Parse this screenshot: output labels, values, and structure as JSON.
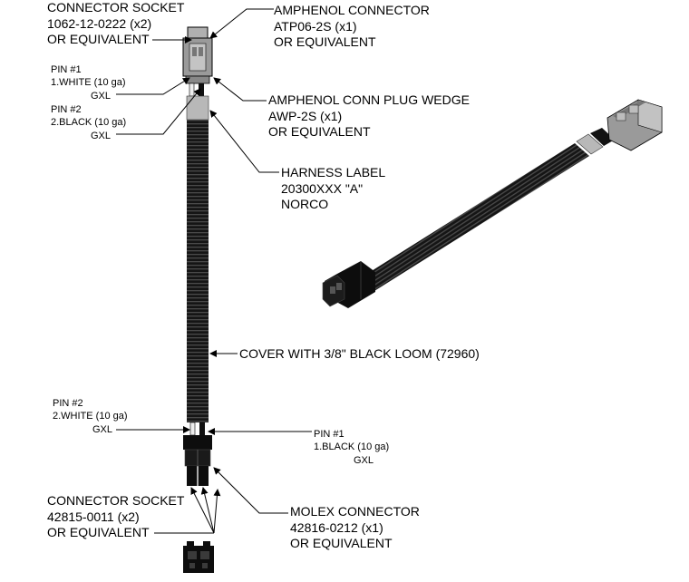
{
  "labels": {
    "top_socket": [
      "CONNECTOR SOCKET",
      "1062-12-0222 (x2)",
      "OR EQUIVALENT"
    ],
    "amphenol_connector": [
      "AMPHENOL CONNECTOR",
      "ATP06-2S (x1)",
      "OR EQUIVALENT"
    ],
    "top_pins": [
      "PIN #1",
      "1.WHITE (10 ga)",
      "GXL",
      "PIN #2",
      "2.BLACK (10 ga)",
      "GXL"
    ],
    "plug_wedge": [
      "AMPHENOL CONN PLUG WEDGE",
      "AWP-2S (x1)",
      "OR EQUIVALENT"
    ],
    "harness_label": [
      "HARNESS LABEL",
      "20300XXX \"A\"",
      "NORCO"
    ],
    "loom": [
      "COVER WITH 3/8\" BLACK LOOM (72960)"
    ],
    "bottom_pin2": [
      "PIN #2",
      "2.WHITE (10 ga)",
      "GXL"
    ],
    "bottom_pin1": [
      "PIN #1",
      "1.BLACK (10 ga)",
      "GXL"
    ],
    "bottom_socket": [
      "CONNECTOR SOCKET",
      "42815-0011 (x2)",
      "OR EQUIVALENT"
    ],
    "molex": [
      "MOLEX CONNECTOR",
      "42816-0212 (x1)",
      "OR EQUIVALENT"
    ]
  },
  "colors": {
    "loom": "#151515",
    "connector_gray": "#9a9a9a",
    "label_band": "#b8b8b8",
    "molex": "#0d0d0d",
    "line": "#000000"
  }
}
